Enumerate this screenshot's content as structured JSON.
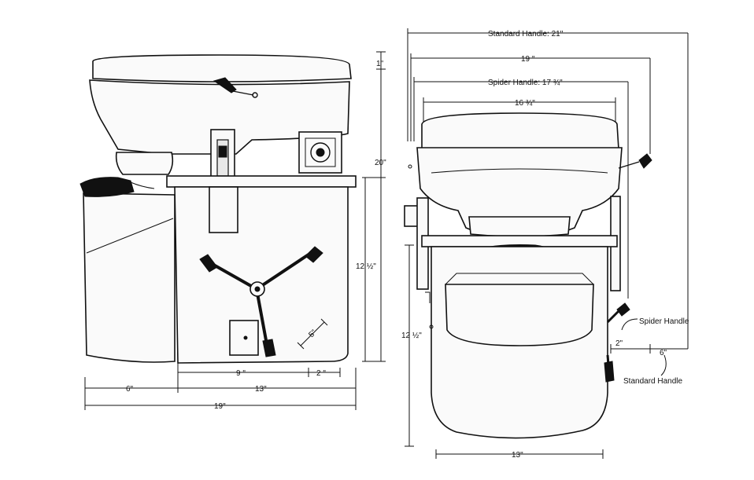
{
  "side_view": {
    "height_total": "20\"",
    "seat_to_top": "1\"",
    "base_height": "12 ½\"",
    "handle_arm": "5\"",
    "width_9": "9 \"",
    "width_2": "2 \"",
    "width_6": "6\"",
    "width_13": "13\"",
    "width_19": "19\""
  },
  "front_view": {
    "standard_handle_width": "Standard Handle: 21\"",
    "width_19": "19 \"",
    "spider_handle_width": "Spider Handle: 17 ¾\"",
    "width_16": "16 ¾\"",
    "base_height": "12 ½\"",
    "base_width": "13\"",
    "offset_2": "2\"",
    "offset_6": "6\"",
    "spider_handle_label": "Spider Handle",
    "standard_handle_label": "Standard Handle"
  },
  "colors": {
    "line": "#111111",
    "background": "#ffffff",
    "fill": "#fafafa"
  }
}
